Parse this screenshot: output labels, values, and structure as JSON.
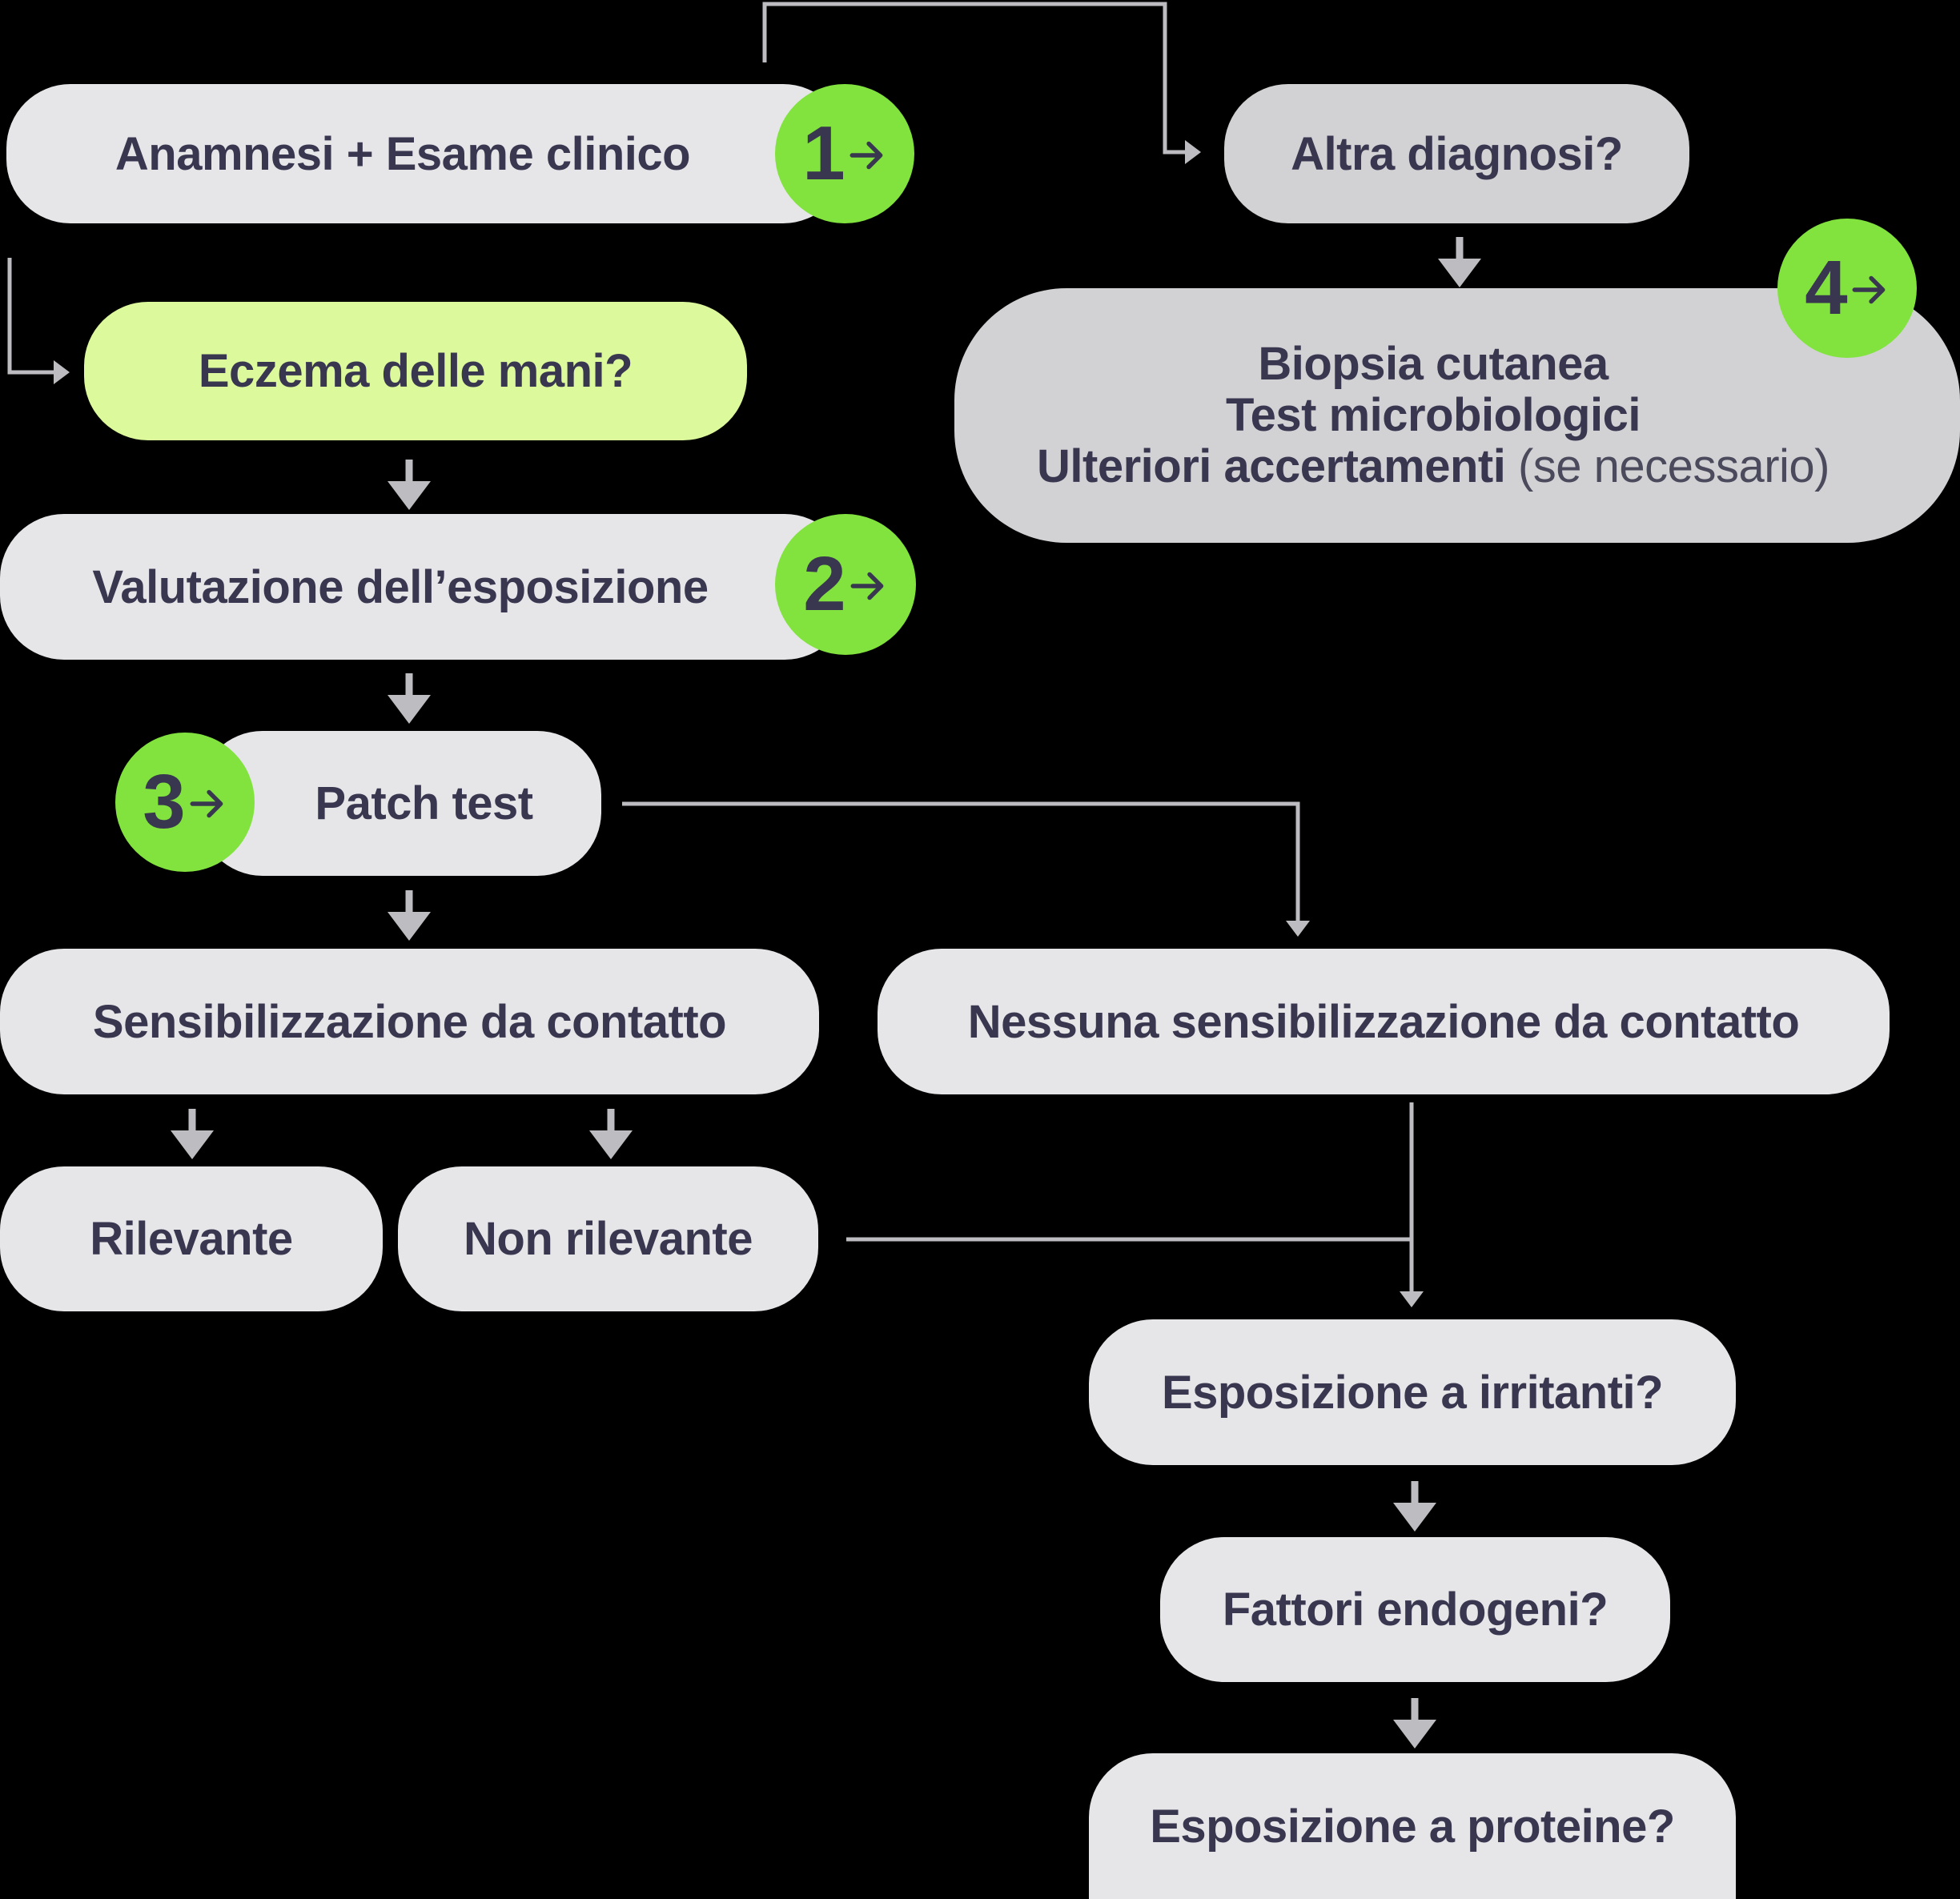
{
  "colors": {
    "background": "#000000",
    "node": "#e6e6e9",
    "node_gray": "#d2d2d5",
    "node_highlight": "#dcf99c",
    "badge": "#82e33f",
    "text": "#393750",
    "connector": "#bdbdc1"
  },
  "nodes": {
    "anamnesi": "Anamnesi + Esame clinico",
    "eczema": "Eczema delle mani?",
    "valutazione": "Valutazione dell’esposizione",
    "patch": "Patch test",
    "sensibilizzazione": "Sensibilizzazione da contatto",
    "nessuna": "Nessuna sensibilizzazione da contatto",
    "rilevante": "Rilevante",
    "non_rilevante": "Non rilevante",
    "altra_diagnosi": "Altra diagnosi?",
    "biopsia": "Biopsia cutanea",
    "test_micro": "Test microbiologici",
    "ulteriori": "Ulteriori accertamenti",
    "ulteriori_note": "(se necessario)",
    "irritanti": "Esposizione a irritanti?",
    "endogeni": "Fattori endogeni?",
    "proteine": "Esposizione a proteine?"
  },
  "badges": {
    "step1": "1",
    "step2": "2",
    "step3": "3",
    "step4": "4",
    "arrow_icon": "arrow-right-icon"
  }
}
